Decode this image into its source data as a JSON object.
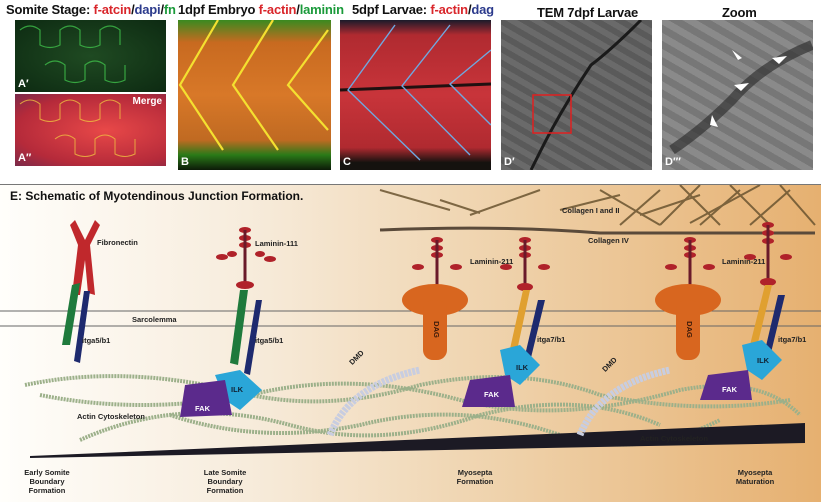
{
  "panels_row": {
    "titles": [
      {
        "prefix": "Somite Stage: ",
        "parts": [
          {
            "text": "f-atcin",
            "color": "#d9262b"
          },
          {
            "text": "/",
            "color": "#222"
          },
          {
            "text": "dapi",
            "color": "#2b3a8c"
          },
          {
            "text": "/",
            "color": "#222"
          },
          {
            "text": "fn",
            "color": "#1a9a3a"
          }
        ]
      },
      {
        "prefix": "1dpf Embryo ",
        "parts": [
          {
            "text": "f-actin",
            "color": "#d9262b"
          },
          {
            "text": "/",
            "color": "#222"
          },
          {
            "text": "laminin",
            "color": "#1a9a3a"
          }
        ]
      },
      {
        "prefix": "5dpf Larvae: ",
        "parts": [
          {
            "text": "f-actin",
            "color": "#d9262b"
          },
          {
            "text": "/",
            "color": "#222"
          },
          {
            "text": "dag",
            "color": "#2b3a8c"
          }
        ]
      },
      {
        "prefix": "TEM 7dpf Larvae",
        "parts": []
      },
      {
        "prefix": "Zoom",
        "parts": []
      }
    ],
    "title_somite_prefix": "Somite Stage: ",
    "t_fatcin": "f-atcin",
    "t_slash": "/",
    "t_dapi": "dapi",
    "t_fn": "fn",
    "title_1dpf_prefix": "1dpf Embryo ",
    "t_factin": "f-actin",
    "t_laminin": "laminin",
    "title_5dpf_prefix": "5dpf Larvae: ",
    "t_dag": "dag",
    "title_tem": "TEM 7dpf Larvae",
    "title_zoom": "Zoom",
    "labels": {
      "a1": "A′",
      "a2": "A″",
      "merge": "Merge",
      "b": "B",
      "c": "C",
      "d1": "D′",
      "d2": "D″′"
    }
  },
  "schematic": {
    "title": "E: Schematic of Myotendinous Junction Formation.",
    "labels": {
      "fibronectin": "Fibronectin",
      "laminin111": "Laminin-111",
      "laminin211_a": "Laminin-211",
      "laminin211_b": "Laminin-211",
      "collagen12": "Collagen I and II",
      "collagen4": "Collagen IV",
      "sarcolemma": "Sarcolemma",
      "itga5_a": "itga5/b1",
      "itga5_b": "itga5/b1",
      "itga7_a": "itga7/b1",
      "itga7_b": "itga7/b1",
      "actin_a": "Actin Cytoskeleton",
      "actin_b": "Actin Cytoskeleton",
      "fak": "FAK",
      "ilk": "ILK",
      "dag": "DAG",
      "dmd": "DMD"
    },
    "stages": [
      {
        "line1": "Early Somite",
        "line2": "Boundary Formation"
      },
      {
        "line1": "Late Somite",
        "line2": "Boundary Formation"
      },
      {
        "line1": "Myosepta",
        "line2": "Formation"
      },
      {
        "line1": "Myosepta",
        "line2": "Maturation"
      }
    ],
    "colors": {
      "fibronectin": "#c0282c",
      "integrin_alpha5": "#1f7a3c",
      "integrin_beta": "#1e2a6e",
      "integrin_alpha7": "#e0a030",
      "ilk": "#2aa6d8",
      "fak": "#5b2a8c",
      "dag": "#d8661f",
      "laminin": "#b0222a",
      "dmd": "#c8cde0",
      "actin": "#8aa07a",
      "collagen": "#6a5430",
      "timeline": "#1c1a24"
    }
  }
}
